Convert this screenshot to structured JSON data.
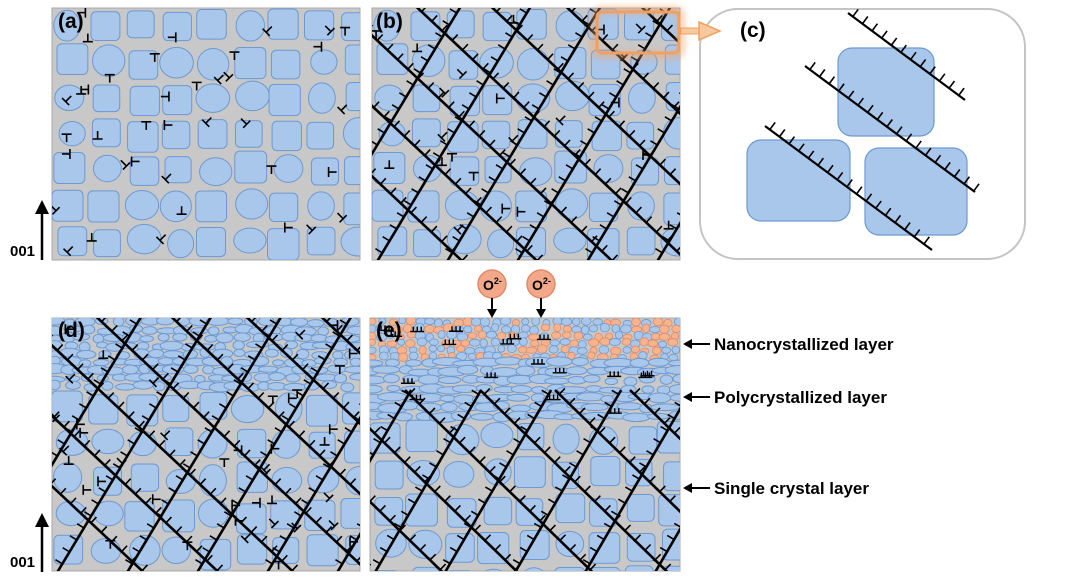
{
  "panels": {
    "a": {
      "label": "(a)"
    },
    "b": {
      "label": "(b)"
    },
    "c": {
      "label": "(c)"
    },
    "d": {
      "label": "(d)"
    },
    "e": {
      "label": "(e)"
    }
  },
  "axis": {
    "label": "001"
  },
  "ions": [
    {
      "base": "O",
      "charge": "2-"
    },
    {
      "base": "O",
      "charge": "2-"
    }
  ],
  "layers": {
    "nanocrystallized": "Nanocrystallized layer",
    "polycrystallized": "Polycrystallized layer",
    "single_crystal": "Single crystal layer"
  },
  "colors": {
    "matrix": "#c8c8c8",
    "precipitate_fill": "#a9c7ea",
    "precipitate_stroke": "#6d99cf",
    "oxide": "#f5b38e",
    "highlight": "#f4a46a",
    "slip_line": "#000000"
  }
}
